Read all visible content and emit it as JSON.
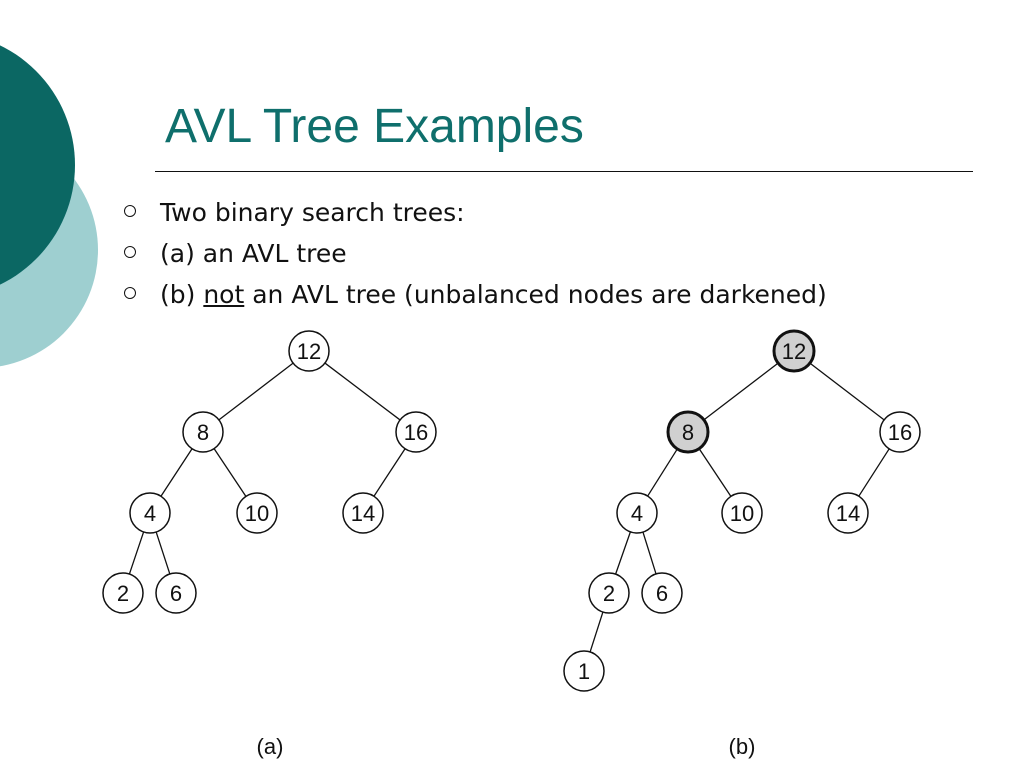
{
  "slide": {
    "title": "AVL Tree Examples",
    "colors": {
      "title": "#0f6f6c",
      "circle_dark": "#0b6763",
      "circle_light": "#9ecfd0",
      "darkened_node": "#d0d0d0"
    },
    "bullets": [
      {
        "text": "Two binary search trees:"
      },
      {
        "text": "(a) an AVL tree"
      },
      {
        "prefix": "(b) ",
        "underlined": "not",
        "suffix": " an AVL tree (unbalanced nodes are darkened)"
      }
    ],
    "bullet_icon": "hollow-circle-bullet-icon"
  },
  "trees": {
    "a": {
      "caption": "(a)",
      "nodes": [
        "12",
        "8",
        "16",
        "4",
        "10",
        "14",
        "2",
        "6"
      ],
      "edges": [
        [
          "12",
          "8"
        ],
        [
          "12",
          "16"
        ],
        [
          "8",
          "4"
        ],
        [
          "8",
          "10"
        ],
        [
          "16",
          "14"
        ],
        [
          "4",
          "2"
        ],
        [
          "4",
          "6"
        ]
      ],
      "darkened": []
    },
    "b": {
      "caption": "(b)",
      "nodes": [
        "12",
        "8",
        "16",
        "4",
        "10",
        "14",
        "2",
        "6",
        "1"
      ],
      "edges": [
        [
          "12",
          "8"
        ],
        [
          "12",
          "16"
        ],
        [
          "8",
          "4"
        ],
        [
          "8",
          "10"
        ],
        [
          "16",
          "14"
        ],
        [
          "4",
          "2"
        ],
        [
          "4",
          "6"
        ],
        [
          "2",
          "1"
        ]
      ],
      "darkened": [
        "12",
        "8"
      ]
    }
  }
}
